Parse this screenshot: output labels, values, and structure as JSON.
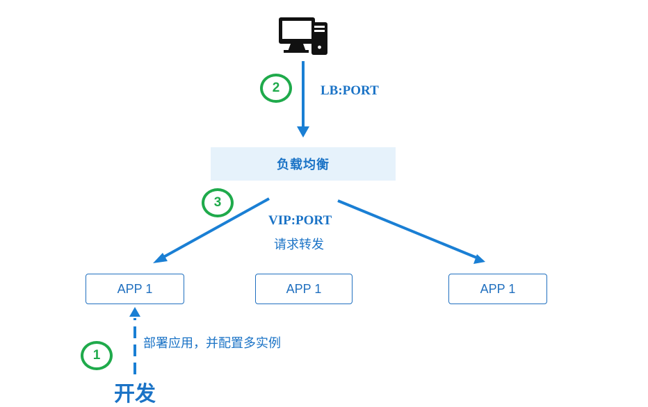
{
  "load_balancer": {
    "label": "负载均衡"
  },
  "apps": [
    {
      "label": "APP 1"
    },
    {
      "label": "APP 1"
    },
    {
      "label": "APP 1"
    }
  ],
  "steps": {
    "one": "1",
    "two": "2",
    "three": "3"
  },
  "labels": {
    "lb_port": "LB:PORT",
    "vip_port": "VIP:PORT",
    "forward": "请求转发",
    "deploy": "部署应用，并配置多实例",
    "develop": "开发"
  },
  "icons": {
    "client": "desktop-computer-icon"
  },
  "colors": {
    "accent": "#1b73c6",
    "arrow": "#1a7fd4",
    "step": "#1faa4b",
    "lb_fill": "#e6f2fb"
  }
}
